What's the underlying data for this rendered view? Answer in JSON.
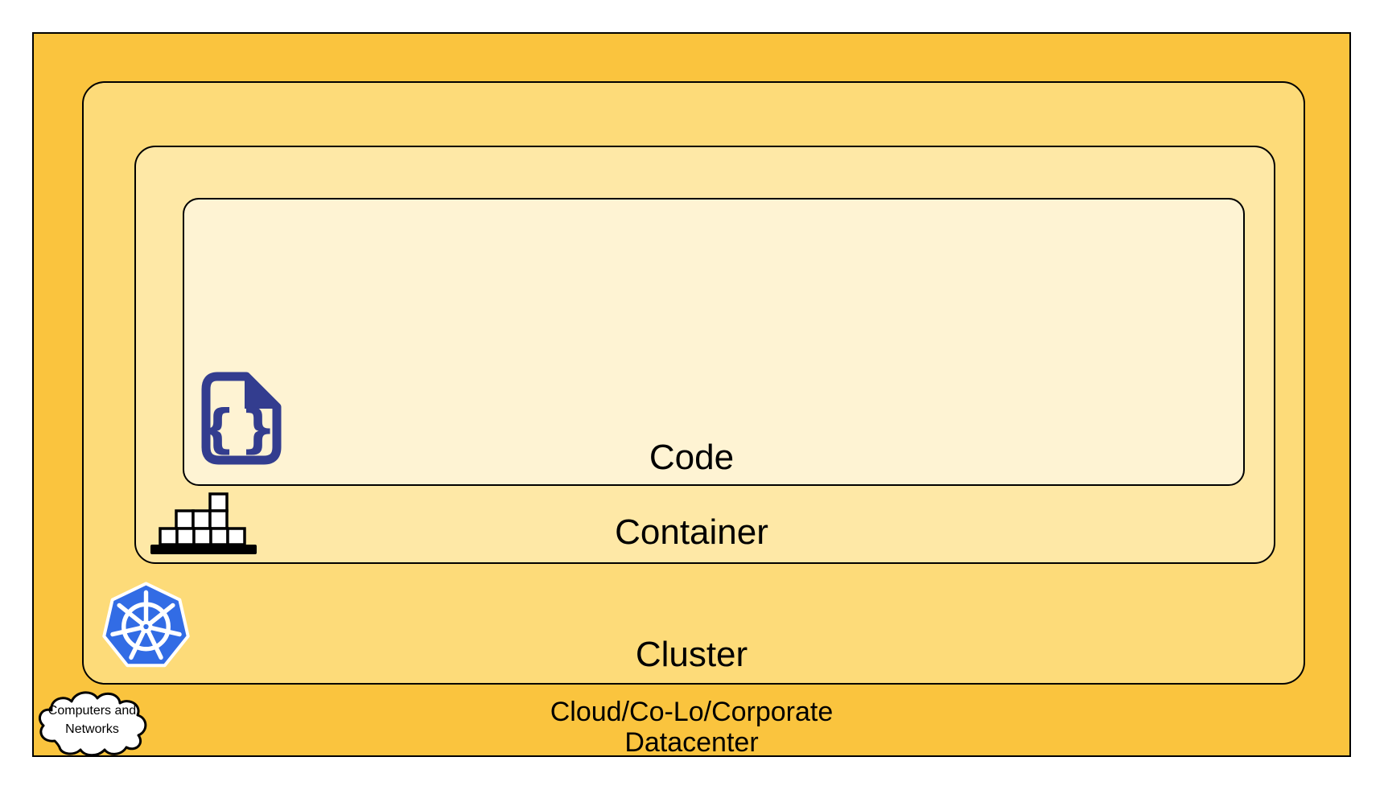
{
  "layers": {
    "code": {
      "label": "Code",
      "fill": "#FEF3D3"
    },
    "container": {
      "label": "Container",
      "fill": "#FEE8A6"
    },
    "cluster": {
      "label": "Cluster",
      "fill": "#FDDB79"
    },
    "datacenter": {
      "label_line1": "Cloud/Co-Lo/Corporate",
      "label_line2": "Datacenter",
      "fill": "#FAC43E"
    }
  },
  "icons": {
    "code_file": {
      "name": "code-file-icon",
      "glyph": "{}",
      "color": "#333D8F"
    },
    "container_blocks": {
      "name": "container-blocks-icon",
      "color": "#000000"
    },
    "kubernetes": {
      "name": "kubernetes-icon",
      "color": "#326CE5"
    },
    "cloud": {
      "name": "cloud-icon",
      "label_line1": "Computers and",
      "label_line2": "Networks"
    }
  },
  "border_color": "#000000"
}
